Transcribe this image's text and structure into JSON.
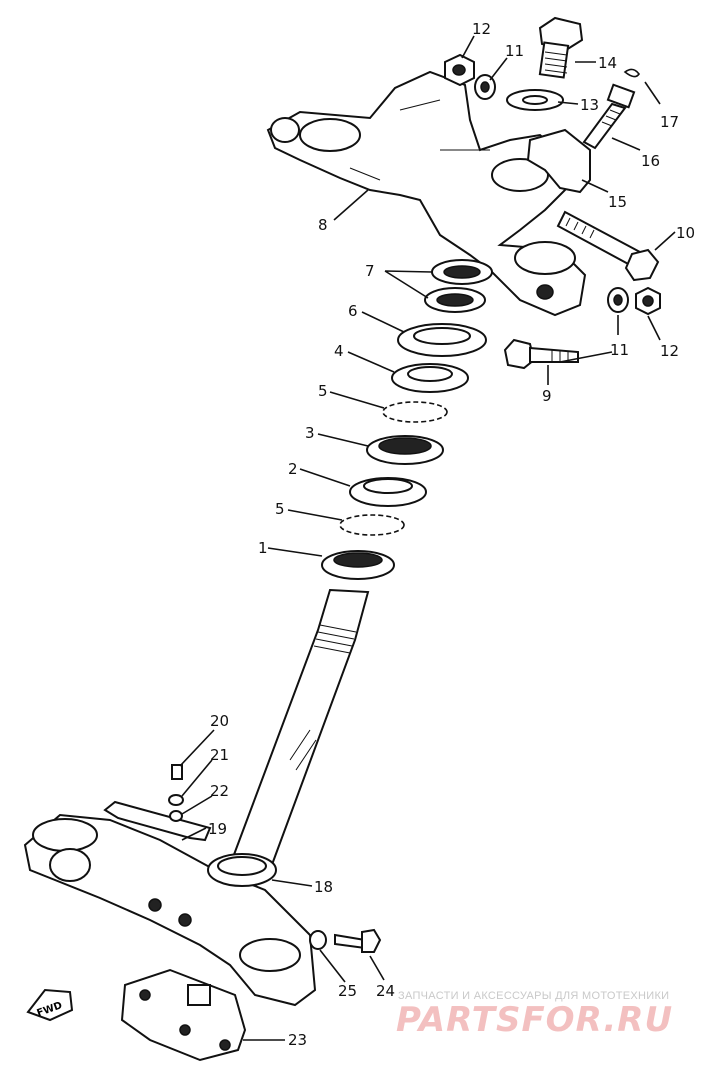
{
  "diagram": {
    "callouts": [
      "12",
      "11",
      "14",
      "17",
      "13",
      "16",
      "15",
      "8",
      "10",
      "7",
      "6",
      "4",
      "5",
      "3",
      "2",
      "1",
      "11",
      "12",
      "9",
      "20",
      "21",
      "22",
      "19",
      "18",
      "24",
      "25",
      "23"
    ],
    "fwd_label": "FWD"
  },
  "watermark": {
    "tagline": "ЗАПЧАСТИ И АКСЕССУАРЫ ДЛЯ МОТОТЕХНИКИ",
    "brand": "PARTSFOR.RU"
  }
}
